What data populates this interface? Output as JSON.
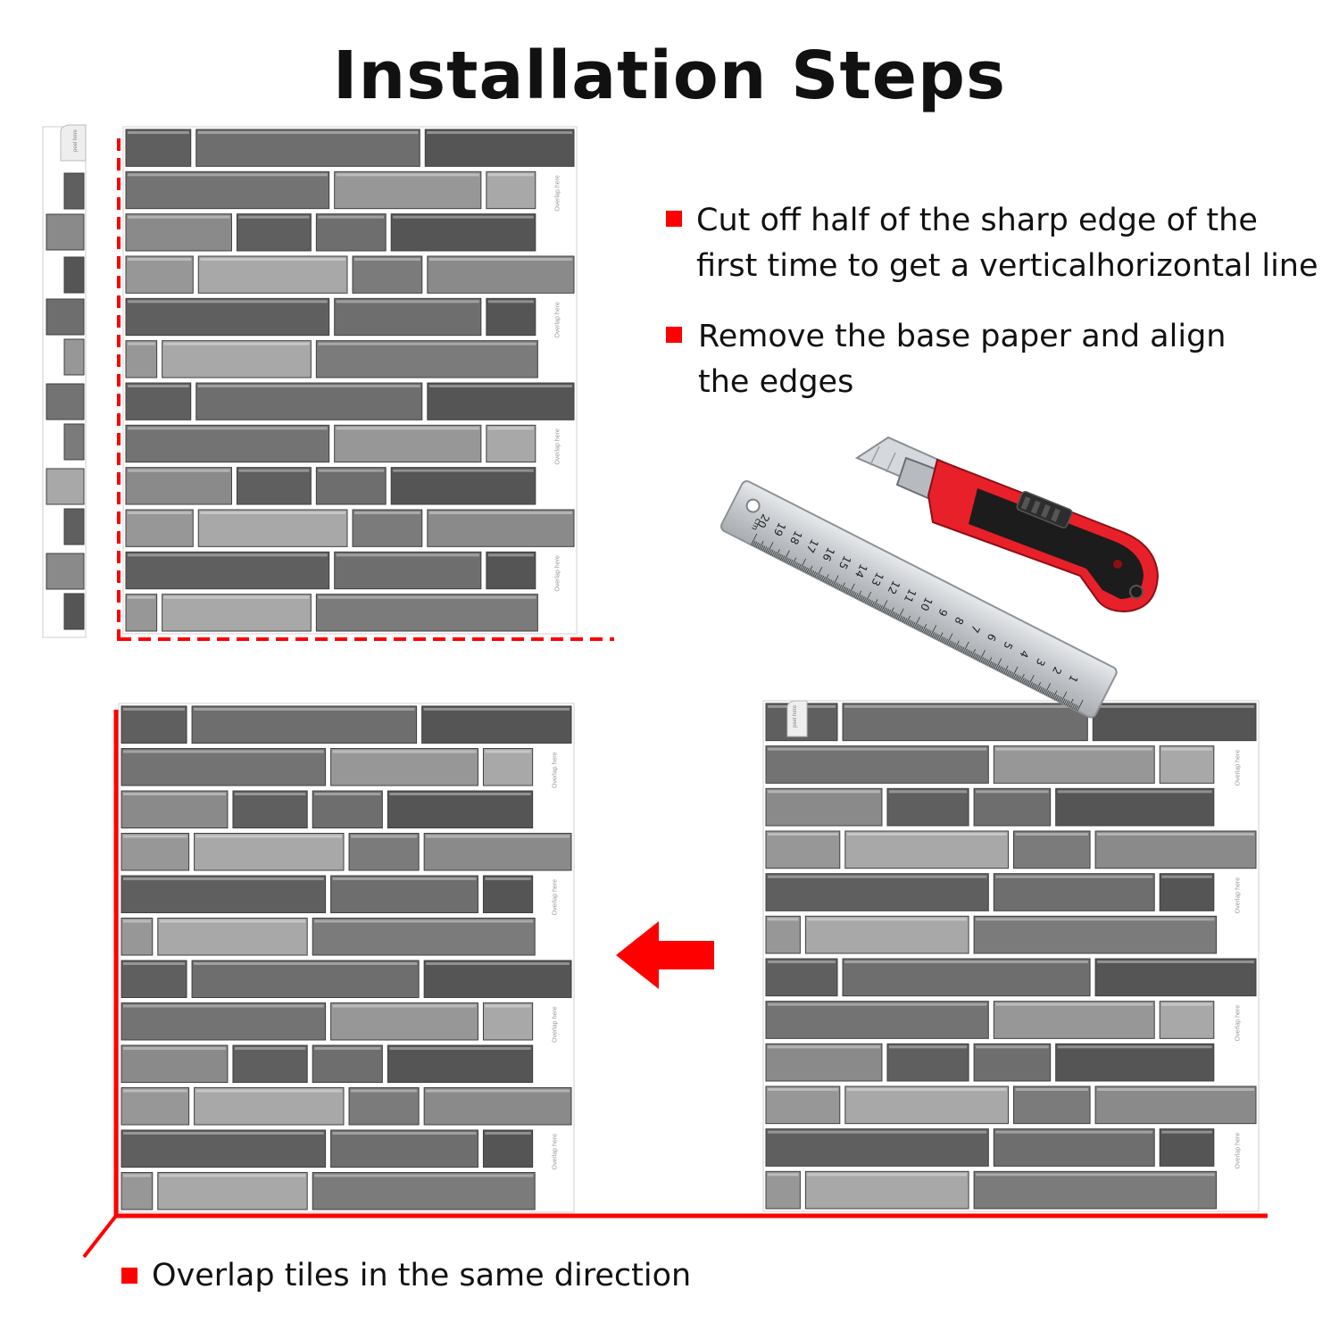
{
  "title": "Installation Steps",
  "steps": [
    {
      "line1": "Cut off half of the sharp edge of the",
      "line2": "first time to get a verticalhorizontal line"
    },
    {
      "line1": "Remove the base paper and align",
      "line2": "the edges"
    },
    {
      "line1": "Overlap tiles in the same direction"
    }
  ],
  "tile": {
    "peel_label": "peel here",
    "overlap_label": "Overlap here"
  },
  "ruler": {
    "unit": "cm",
    "numbers": [
      "1",
      "2",
      "3",
      "4",
      "5",
      "6",
      "7",
      "8",
      "9",
      "10",
      "11",
      "12",
      "13",
      "14",
      "15",
      "16",
      "17",
      "18",
      "19",
      "20"
    ]
  },
  "colors": {
    "accent": "#ff0000",
    "grout": "#ffffff",
    "stone_dark": "#5e5e5e",
    "stone_mid": "#7d7d7d",
    "stone_light": "#a5a5a5",
    "cutter_red": "#e8202a",
    "cutter_black": "#1c1c1c",
    "ruler_steel": "#c9ccd0"
  },
  "icons": [
    "red-square-bullet-icon",
    "arrow-left-icon",
    "ruler-icon",
    "utility-knife-icon"
  ]
}
